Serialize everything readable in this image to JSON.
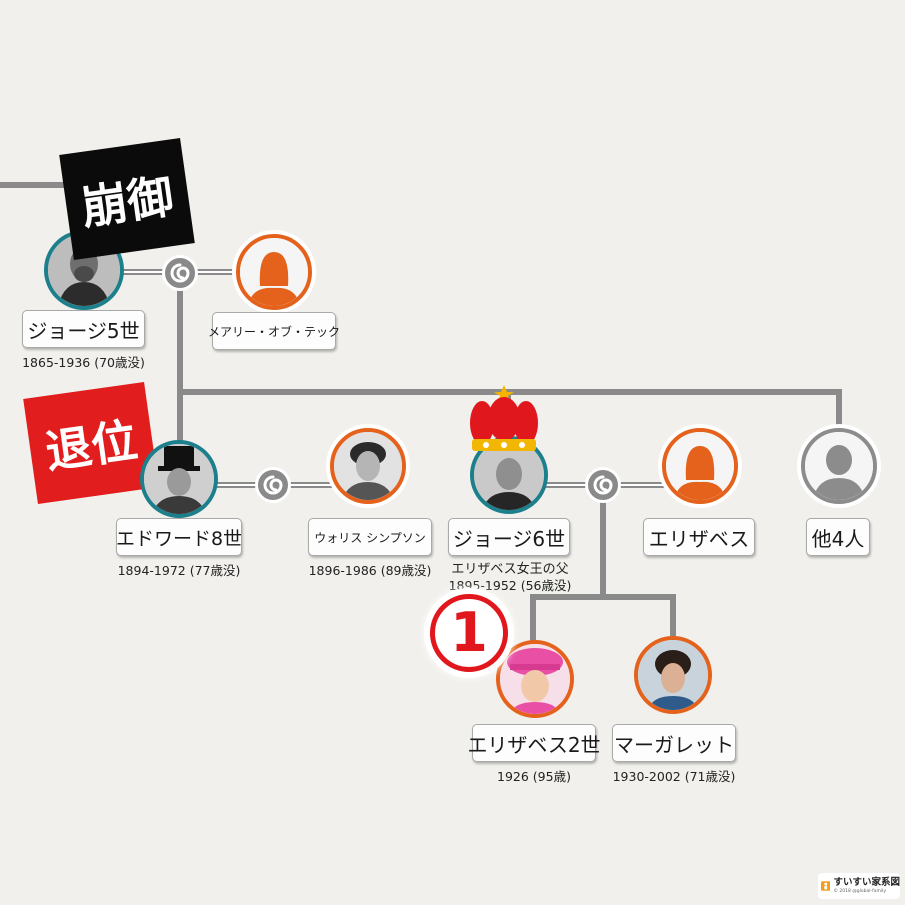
{
  "labels": {
    "demise": "崩御",
    "abdication": "退位"
  },
  "people": {
    "george5": {
      "name": "ジョージ5世",
      "dates": "1865-1936 (70歳没)"
    },
    "mary": {
      "name": "メアリー・オブ・テック"
    },
    "edward8": {
      "name": "エドワード8世",
      "dates": "1894-1972 (77歳没)"
    },
    "wallis": {
      "name": "ウォリス シンプソン",
      "dates": "1896-1986 (89歳没)"
    },
    "george6": {
      "name": "ジョージ6世",
      "note": "エリザベス女王の父",
      "dates": "1895-1952 (56歳没)"
    },
    "elizabeth_mother": {
      "name": "エリザベス"
    },
    "others": {
      "name": "他4人"
    },
    "elizabeth2": {
      "name": "エリザベス2世",
      "dates": "1926 (95歳)"
    },
    "margaret": {
      "name": "マーガレット",
      "dates": "1930-2002 (71歳没)"
    }
  },
  "marker": {
    "number": "1"
  },
  "watermark": {
    "brand": "すいすい家系図",
    "copyright": "© 2018 @global-family"
  },
  "colors": {
    "line": "#8a8a8a",
    "male_ring": "#1c7f8c",
    "female_ring": "#e4621b",
    "unknown_ring": "#8c8c8c",
    "demise_label": "#0b0b0b",
    "abdication_label": "#e21d1d",
    "crown": "#e0171c",
    "marker_ring": "#e0171c"
  }
}
